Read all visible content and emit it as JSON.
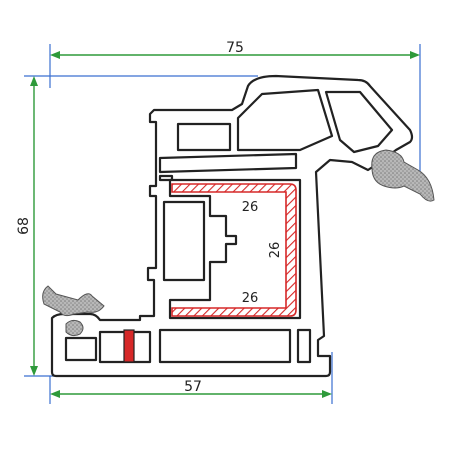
{
  "diagram": {
    "dimensions": {
      "overall_width": "75",
      "overall_height": "68",
      "bottom_width": "57"
    },
    "reinforcement_labels": {
      "top": "26",
      "side": "26",
      "bottom": "26"
    },
    "colors": {
      "dimension_width": "#2e9a3a",
      "dimension_height": "#2e9a3a",
      "extension_lines": "#3a6fd0",
      "profile_outline": "#222222",
      "reinforcement": "#d62828",
      "gasket": "#9a9a9a"
    }
  }
}
